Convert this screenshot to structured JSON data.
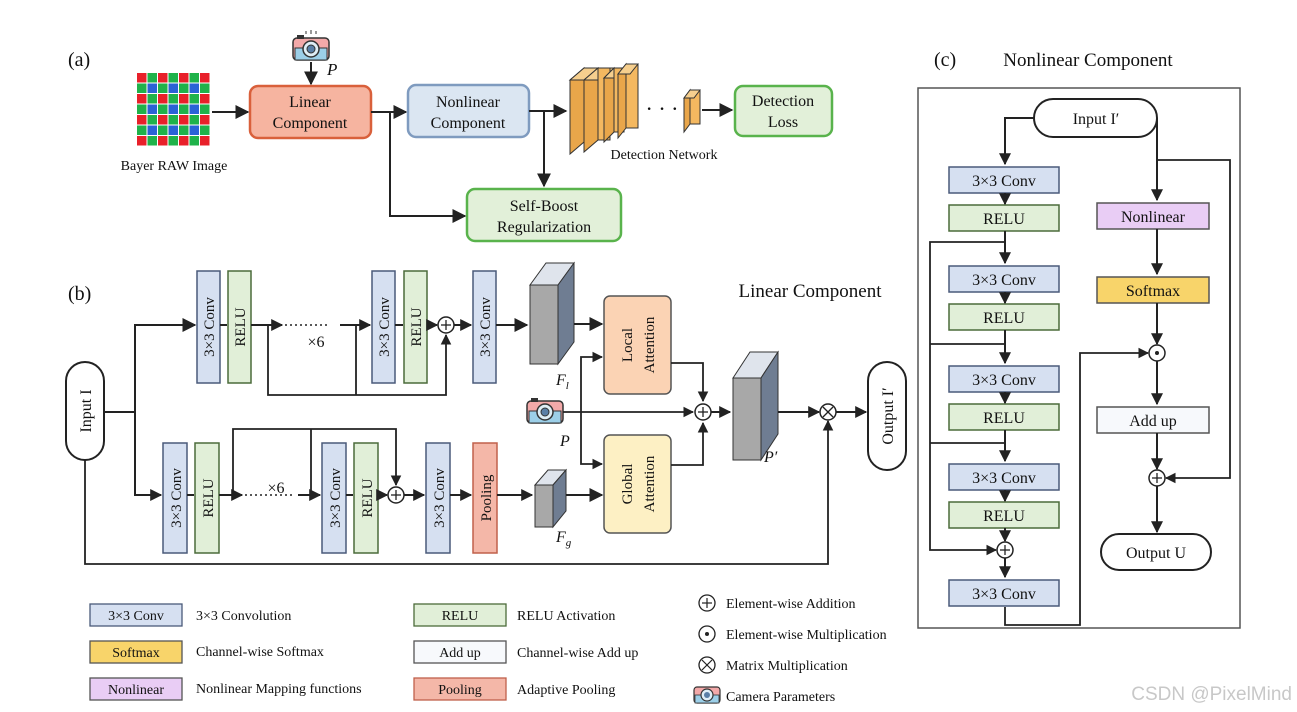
{
  "panel_a": {
    "label": "(a)",
    "bayer_caption": "Bayer RAW Image",
    "p_label": "P",
    "linear_line1": "Linear",
    "linear_line2": "Component",
    "nonlinear_line1": "Nonlinear",
    "nonlinear_line2": "Component",
    "detection_caption": "Detection Network",
    "dots": "· · ·",
    "loss_line1": "Detection",
    "loss_line2": "Loss",
    "selfboost_line1": "Self-Boost",
    "selfboost_line2": "Regularization"
  },
  "panel_b": {
    "label": "(b)",
    "title": "Linear Component",
    "input": "Input I",
    "output": "Output I′",
    "conv": "3×3 Conv",
    "relu": "RELU",
    "x6": "×6",
    "pooling": "Pooling",
    "local_attention": "Local Attention",
    "global_attention": "Global Attention",
    "fl": "F",
    "fl_sub": "l",
    "fg": "F",
    "fg_sub": "g",
    "p": "P",
    "p_prime": "P′"
  },
  "panel_c": {
    "label": "(c)",
    "title": "Nonlinear Component",
    "input": "Input I′",
    "conv": "3×3 Conv",
    "relu": "RELU",
    "nonlinear": "Nonlinear",
    "softmax": "Softmax",
    "add_up": "Add up",
    "output": "Output U"
  },
  "legend": {
    "conv_box": "3×3 Conv",
    "conv_desc": "3×3 Convolution",
    "softmax_box": "Softmax",
    "softmax_desc": "Channel-wise Softmax",
    "nonlinear_box": "Nonlinear",
    "nonlinear_desc": "Nonlinear Mapping functions",
    "relu_box": "RELU",
    "relu_desc": "RELU Activation",
    "addup_box": "Add up",
    "addup_desc": "Channel-wise Add up",
    "pooling_box": "Pooling",
    "pooling_desc": "Adaptive Pooling",
    "add_desc": "Element-wise Addition",
    "mul_desc": "Element-wise Multiplication",
    "matmul_desc": "Matrix Multiplication",
    "camera_desc": "Camera Parameters"
  },
  "watermark": "CSDN @PixelMind",
  "colors": {
    "conv": "#d6e0f1",
    "conv_border": "#4a5a7a",
    "relu": "#e1efd8",
    "relu_border": "#4b6b3a",
    "linear": "#f6b4a0",
    "linear_border": "#d9603b",
    "nonlinear_comp": "#dbe6f2",
    "nonlinear_comp_border": "#7f9bbf",
    "green_box": "#e2f0d9",
    "green_border": "#59b34c",
    "softmax": "#f8d46a",
    "nonlinear": "#e9cdf5",
    "pooling": "#f4b7a8",
    "attention_local": "#fbd3b4",
    "attention_global": "#fdf0c4",
    "feature": "#a8a8a8",
    "detection": "#f4b860"
  }
}
